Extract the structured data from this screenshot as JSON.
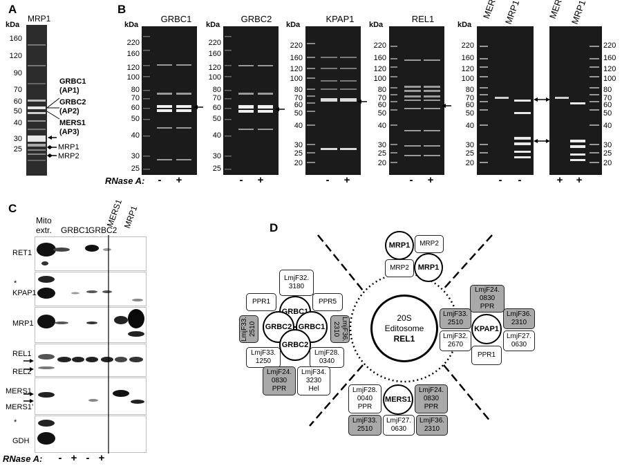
{
  "panels": {
    "A": "A",
    "B": "B",
    "C": "C",
    "D": "D"
  },
  "panelA": {
    "kda": "kDa",
    "lane": "MRP1",
    "ladder": [
      "160",
      "120",
      "90",
      "70",
      "60",
      "50",
      "40",
      "30",
      "25"
    ],
    "labels": [
      {
        "name": "GRBC1",
        "sub": "(AP1)"
      },
      {
        "name": "GRBC2",
        "sub": "(AP2)"
      },
      {
        "name": "MERS1",
        "sub": "(AP3)"
      }
    ],
    "small": [
      "MRP1",
      "MRP2"
    ]
  },
  "panelB": {
    "kda": "kDa",
    "rnase": "RNase A:",
    "gels": [
      {
        "title": "GRBC1",
        "ladder": [
          "220",
          "160",
          "120",
          "100",
          "80",
          "70",
          "60",
          "50",
          "40",
          "30",
          "25"
        ],
        "signs": [
          "-",
          "+"
        ]
      },
      {
        "title": "GRBC2",
        "ladder": [
          "220",
          "160",
          "120",
          "100",
          "80",
          "70",
          "60",
          "50",
          "40",
          "30",
          "25"
        ],
        "signs": [
          "-",
          "+"
        ]
      },
      {
        "title": "KPAP1",
        "ladder": [
          "220",
          "160",
          "120",
          "100",
          "80",
          "70",
          "60",
          "50",
          "40",
          "30",
          "25",
          "20"
        ],
        "signs": [
          "-",
          "+"
        ]
      },
      {
        "title": "REL1",
        "ladder": [
          "220",
          "160",
          "120",
          "100",
          "80",
          "70",
          "60",
          "50",
          "40",
          "30",
          "25",
          "20"
        ],
        "signs": [
          "-",
          "+"
        ]
      }
    ],
    "pair_left": {
      "lanes": [
        "MERS1",
        "MRP1"
      ],
      "ladder": [
        "220",
        "160",
        "120",
        "100",
        "80",
        "70",
        "60",
        "50",
        "40",
        "30",
        "25",
        "20"
      ],
      "signs": [
        "-",
        "-"
      ]
    },
    "pair_right": {
      "lanes": [
        "MERS1",
        "MRP1"
      ],
      "ladder": [
        "220",
        "160",
        "120",
        "100",
        "80",
        "70",
        "60",
        "50",
        "40",
        "30",
        "25",
        "20"
      ],
      "signs": [
        "+",
        "+"
      ]
    }
  },
  "panelC": {
    "lanes": [
      "Mito\nextr.",
      "GRBC1",
      "GRBC2",
      "MERS1",
      "MRP1"
    ],
    "rows": [
      "RET1",
      "KPAP1",
      "MRP1",
      "REL1",
      "REL2",
      "MERS1",
      "MERS1’",
      "GDH"
    ],
    "star": "*",
    "rnase": "RNase A:",
    "signs": [
      "-",
      "+",
      "-",
      "+"
    ]
  },
  "panelD": {
    "center": {
      "line1": "20S",
      "line2": "Editosome",
      "line3": "REL1"
    },
    "mrp": {
      "circles": [
        "MRP1",
        "MRP1"
      ],
      "boxes": [
        "MRP2",
        "MRP2"
      ]
    },
    "grbc": {
      "circles": [
        "GRBC1",
        "GRBC1",
        "GRBC2",
        "GRBC2"
      ],
      "boxes": [
        "LmjF32.\n3180",
        "PPR1",
        "PPR5",
        "LmjF33.\n2510",
        "LmjF36.\n2310",
        "LmjF33.\n1250",
        "LmjF28.\n0340",
        "LmjF24.\n0830\nPPR",
        "LmjF34.\n3230\nHel"
      ]
    },
    "kpap": {
      "circle": "KPAP1",
      "boxes": [
        "LmjF24.\n0830\nPPR",
        "LmjF33.\n2510",
        "LmjF36.\n2310",
        "LmjF32.\n2670",
        "LmjF27.\n0630",
        "PPR1"
      ]
    },
    "mers": {
      "circle": "MERS1",
      "boxes": [
        "LmjF28.\n0040\nPPR",
        "LmjF24.\n0830\nPPR",
        "LmjF33.\n2510",
        "LmjF27.\n0630",
        "LmjF36.\n2310"
      ]
    }
  }
}
